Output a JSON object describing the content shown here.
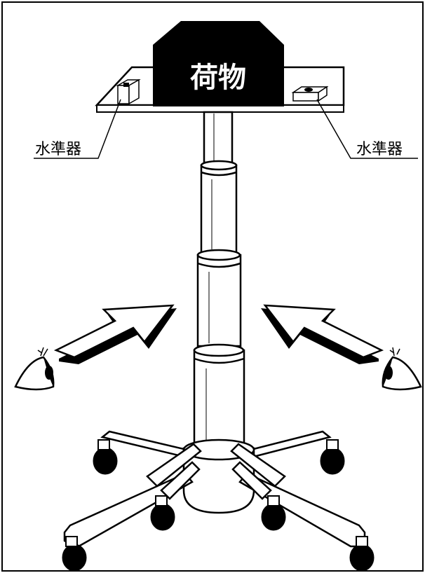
{
  "diagram": {
    "cargo_label": "荷物",
    "level_label_left": "水準器",
    "level_label_right": "水準器"
  }
}
